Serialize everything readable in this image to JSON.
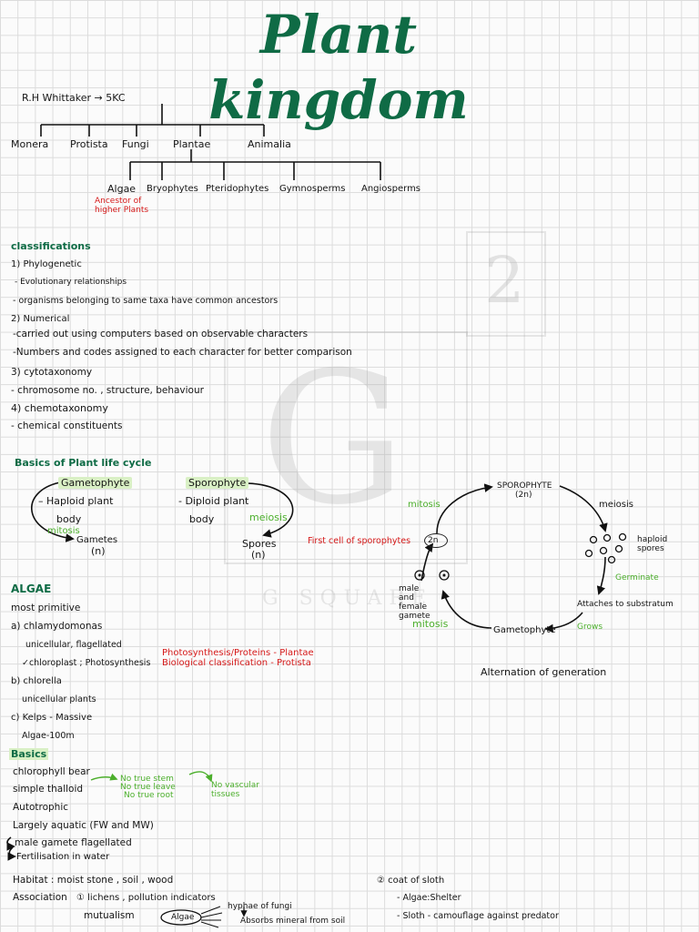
{
  "title": "Plant kingdom",
  "watermark": {
    "letter": "G",
    "number": "2",
    "brand": "G SQUARE"
  },
  "tree": {
    "root": "R.H Whittaker → 5KC",
    "kingdoms": [
      "Monera",
      "Protista",
      "Fungi",
      "Plantae",
      "Animalia"
    ],
    "plant_groups": [
      "Algae",
      "Bryophytes",
      "Pteridophytes",
      "Gymnosperms",
      "Angiosperms"
    ],
    "algae_note": "Ancestor of higher Plants"
  },
  "classifications": {
    "heading": "classifications",
    "lines": [
      "1) Phylogenetic",
      "- Evolutionary relationships",
      "- organisms belonging to same taxa have common ancestors",
      "2) Numerical",
      "-carried out using computers based on observable characters",
      "-Numbers and codes assigned  to each character  for better comparison",
      "3) cytotaxonomy",
      "- chromosome no. , structure, behaviour",
      "4) chemotaxonomy",
      "- chemical constituents"
    ]
  },
  "life_cycle": {
    "heading": "Basics  of  Plant life cycle",
    "gametophyte": "Gametophyte",
    "haploid": "–  Haploid plant",
    "body1": "body",
    "mitosis": "mitosis",
    "gametes": "Gametes",
    "n1": "(n)",
    "sporophyte": "Sporophyte",
    "diploid": "- Diploid plant",
    "body2": "body",
    "meiosis": "meiosis",
    "spores": "Spores",
    "n2": "(n)"
  },
  "alternation": {
    "sporophyte": "SPOROPHYTE",
    "sporophyte_ploidy": "(2n)",
    "meiosis": "meiosis",
    "haploid_spores": "haploid spores",
    "germinate": "Germinate",
    "attaches": "Attaches to substratum",
    "grows": "Grows",
    "gametophyte": "Gametophyte",
    "male_female": "male and female gamete",
    "mitosis_left": "mitosis",
    "mitosis_bottom": "mitosis",
    "first_cell": "First cell of sporophytes",
    "zygote": "2n",
    "caption": "Alternation of generation"
  },
  "algae": {
    "heading": "ALGAE",
    "lines": [
      "most primitive",
      "a) chlamydomonas",
      "unicellular, flagellated",
      "✓chloroplast ; Photosynthesis",
      "b) chlorella",
      "unicellular plants",
      "c) Kelps - Massive",
      "Algae-100m"
    ],
    "note1": "Photosynthesis/Proteins - Plantae",
    "note2": "Biological classification - Protista"
  },
  "basics": {
    "heading": "Basics",
    "chlorophyll": "chlorophyll bear",
    "thalloid": "simple thalloid",
    "thallus_notes": [
      "No true stem",
      "No true leave",
      "No true root"
    ],
    "vascular": "No vascular tissues",
    "autotrophic": "Autotrophic",
    "aquatic": "Largely aquatic  (FW and MW)",
    "male_gamete": "male gamete  flagellated",
    "fertilisation": "Fertilisation in water",
    "habitat": "Habitat : moist stone , soil , wood",
    "association_label": "Association",
    "association_1": "① lichens , pollution indicators",
    "mutualism": "mutualism",
    "algae_label": "Algae",
    "hyphae": "hyphae of fungi",
    "absorbs": "Absorbs mineral from soil",
    "coat_of_sloth": "② coat of sloth",
    "algae_shelter": "- Algae:Shelter",
    "sloth_camouflage": "- Sloth - camouflage against predator"
  },
  "colors": {
    "title": "#0f6b45",
    "accent_green": "#4caf2c",
    "red": "#d61a1a"
  }
}
